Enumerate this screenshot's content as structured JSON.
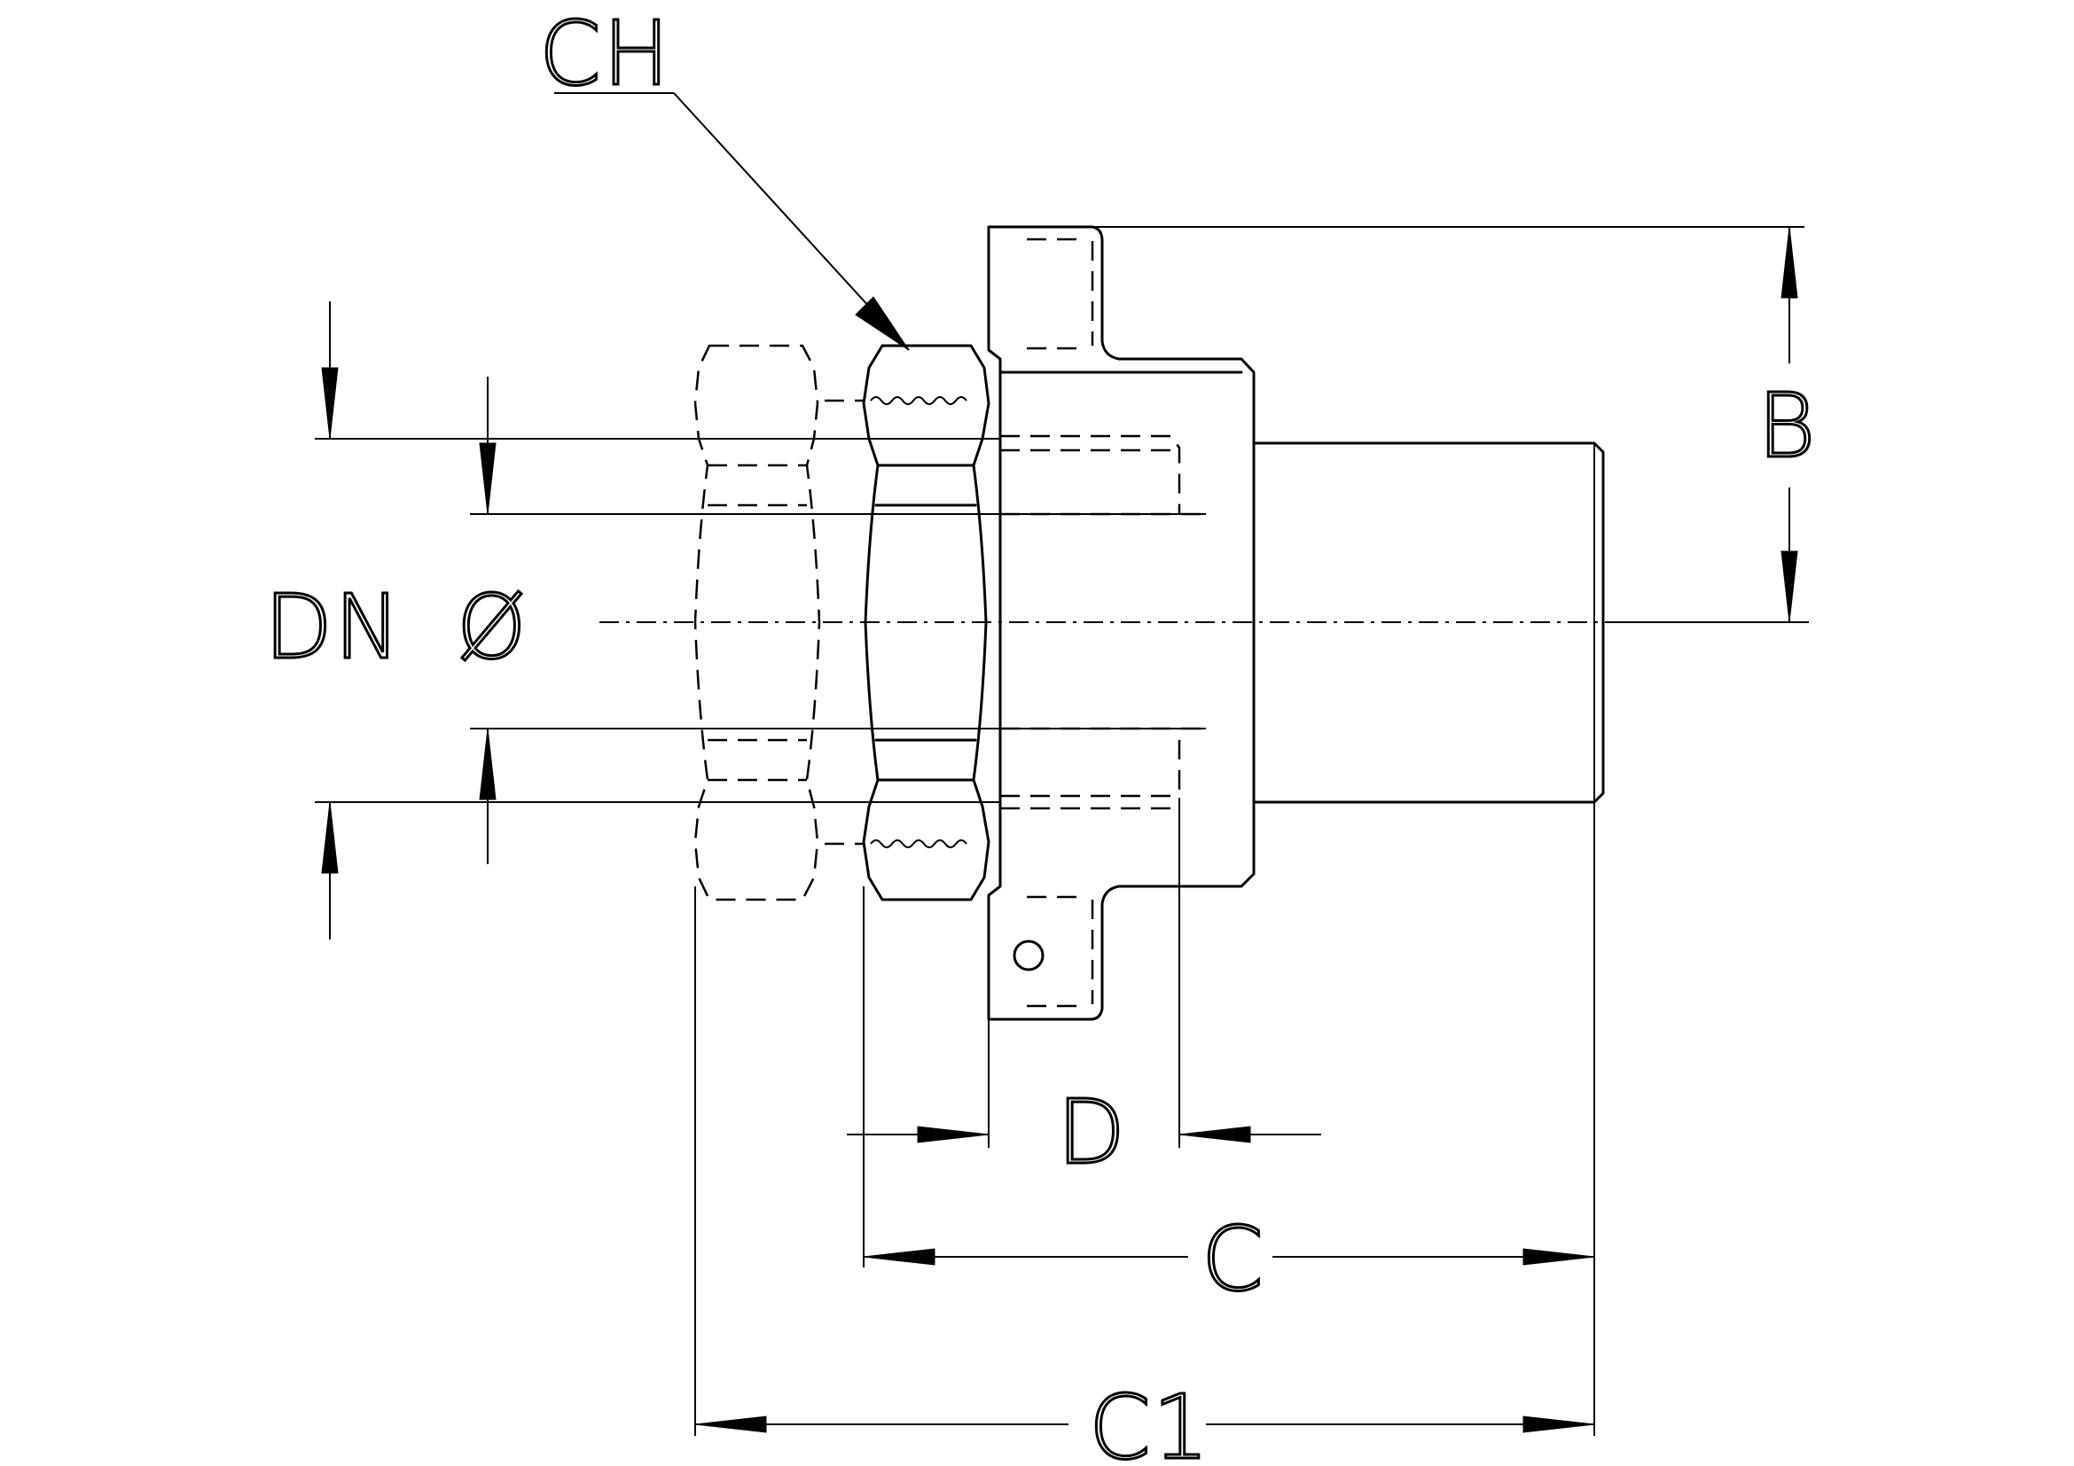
{
  "labels": {
    "ch": "CH",
    "b": "B",
    "dn": "DN",
    "phi": "Ø",
    "d": "D",
    "c": "C",
    "c1": "C1"
  }
}
